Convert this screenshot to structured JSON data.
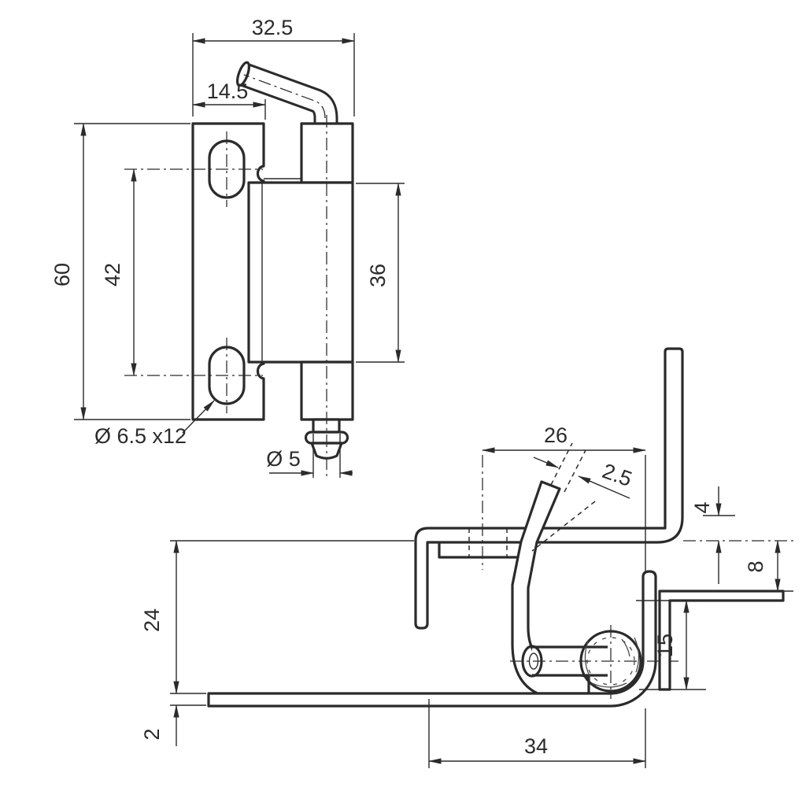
{
  "drawing": {
    "title": "hinge-technical-drawing",
    "colors": {
      "line": "#2b2b2b",
      "background": "#ffffff"
    },
    "front_view": {
      "total_width": "32.5",
      "plate_width": "14.5",
      "total_height": "60",
      "hole_spacing": "42",
      "body_height": "36",
      "slot_hole": "Ø 6.5 x12",
      "pin_diameter": "Ø 5"
    },
    "side_view": {
      "hole_offset": "26",
      "material_thickness": "2.5",
      "door_offset": "4",
      "frame_offset": "8",
      "depth": "24",
      "knuckle_height": "15",
      "sheet_thickness": "2",
      "leaf_length": "34"
    }
  }
}
